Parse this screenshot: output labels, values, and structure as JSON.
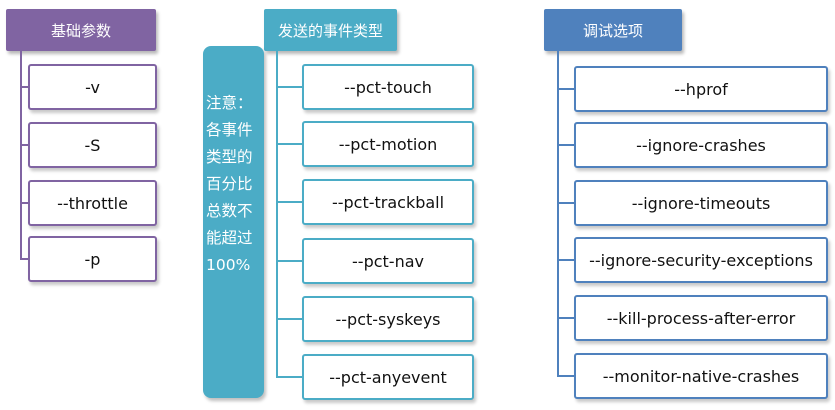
{
  "colors": {
    "purple": "#8064a2",
    "teal": "#4bacc6",
    "blue": "#4f81bd"
  },
  "groups": [
    {
      "title": "基础参数",
      "items": [
        "-v",
        "-S",
        "--throttle",
        "-p"
      ]
    },
    {
      "title": "发送的事件类型",
      "items": [
        "--pct-touch",
        "--pct-motion",
        "--pct-trackball",
        "--pct-nav",
        "--pct-syskeys",
        "--pct-anyevent"
      ]
    },
    {
      "title": "调试选项",
      "items": [
        "--hprof",
        "--ignore-crashes",
        "--ignore-timeouts",
        "--ignore-security-exceptions",
        "--kill-process-after-error",
        "--monitor-native-crashes"
      ]
    }
  ],
  "note": {
    "text": "注意：各事件类型的百分比总数不能超过100%"
  }
}
